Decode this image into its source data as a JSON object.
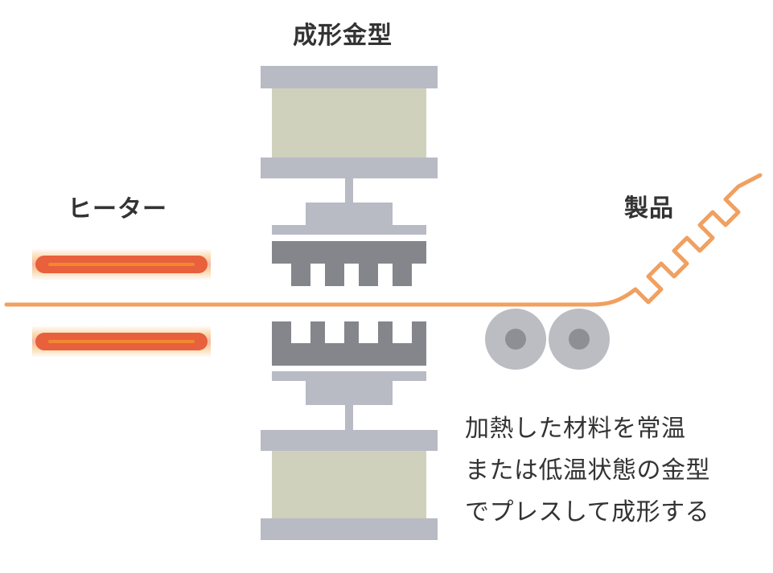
{
  "labels": {
    "mold": "成形金型",
    "heater": "ヒーター",
    "product": "製品"
  },
  "description": [
    "加熱した材料を常温",
    "または低温状態の金型",
    "でプレスして成形する"
  ],
  "colors": {
    "heater_core": "#e8603c",
    "heater_glow": "#f39a2e",
    "material": "#f0a060",
    "mold_plate": "#b8bac4",
    "mold_block": "#cfd1bd",
    "punch": "#85868b",
    "roller_outer": "#bcbdc2",
    "roller_inner": "#8e8f94",
    "text": "#333333"
  }
}
